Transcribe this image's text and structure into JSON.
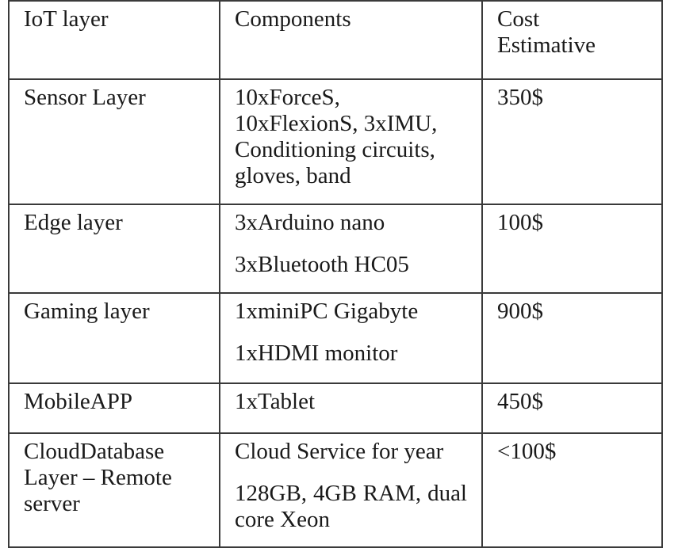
{
  "table": {
    "headers": {
      "layer": "IoT layer",
      "components": "Components",
      "cost_line1": "Cost",
      "cost_line2": "Estimative"
    },
    "rows": [
      {
        "layer": "Sensor Layer",
        "components": "10xForceS, 10xFlexionS, 3xIMU, Conditioning circuits, gloves, band",
        "cost": "350$"
      },
      {
        "layer": "Edge layer",
        "components_p1": "3xArduino nano",
        "components_p2": "3xBluetooth HC05",
        "cost": "100$"
      },
      {
        "layer": "Gaming layer",
        "components_p1": "1xminiPC Gigabyte",
        "components_p2": "1xHDMI monitor",
        "cost": "900$"
      },
      {
        "layer": "MobileAPP",
        "components": "1xTablet",
        "cost": "450$"
      },
      {
        "layer": "CloudDatabase Layer – Remote server",
        "components_p1": "Cloud Service for year",
        "components_p2": "128GB, 4GB RAM, dual core Xeon",
        "cost": "<100$"
      }
    ]
  }
}
